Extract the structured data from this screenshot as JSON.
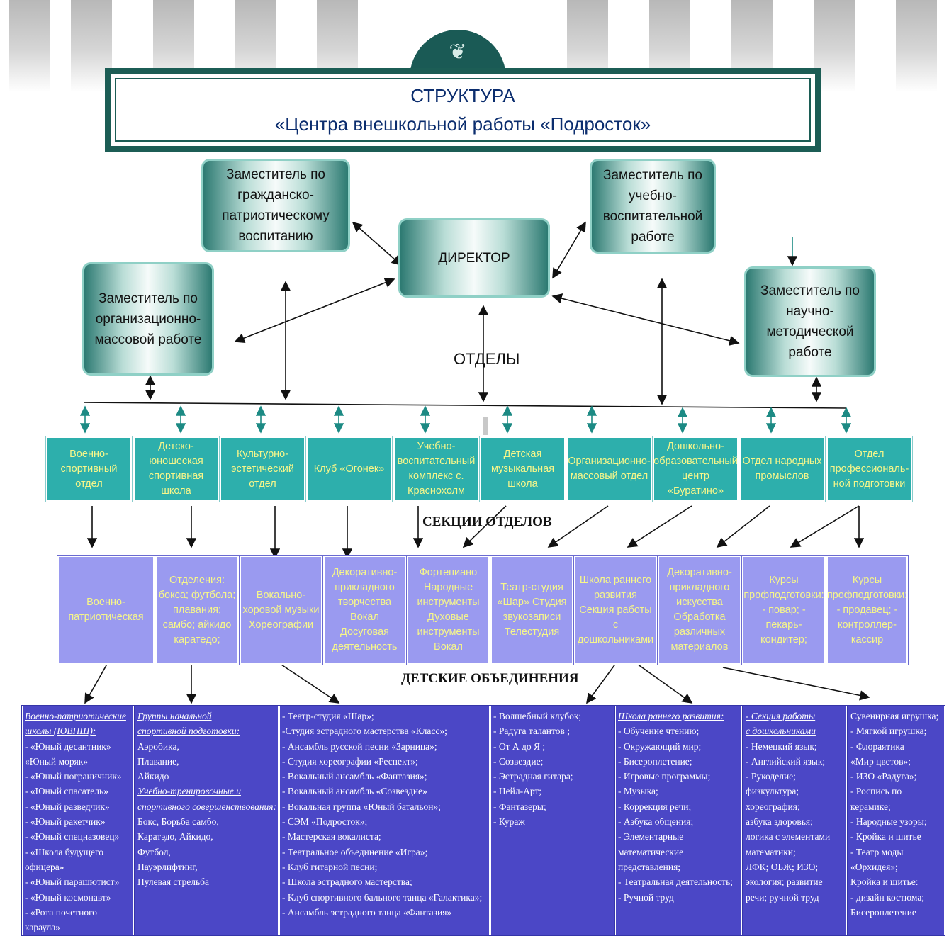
{
  "title": {
    "line1": "СТРУКТУРА",
    "line2": "«Центра внешкольной работы «Подросток»"
  },
  "emblem_icon": "leaf-swirl-icon",
  "managers": {
    "director": "ДИРЕКТОР",
    "deputy_civic": "Заместитель по гражданско-патриотическому воспитанию",
    "deputy_edu": "Заместитель по учебно-воспитательной работе",
    "deputy_org": "Заместитель по организационно-массовой работе",
    "deputy_method": "Заместитель по научно-методической работе"
  },
  "labels": {
    "departments": "ОТДЕЛЫ",
    "sections": "СЕКЦИИ ОТДЕЛОВ",
    "associations": "ДЕТСКИЕ ОБЪЕДИНЕНИЯ"
  },
  "departments": [
    "Военно-спортивный отдел",
    "Детско-юношеская спортивная школа",
    "Культурно-эстетический отдел",
    "Клуб «Огонек»",
    "Учебно-воспитательный комплекс с. Краснохолм",
    "Детская музыкальная школа",
    "Организационно-массовый отдел",
    "Дошкольно-образовательный центр «Буратино»",
    "Отдел народных промыслов",
    "Отдел профессиональ-ной подготовки"
  ],
  "sections": [
    "Военно-патриотическая",
    "Отделения: бокса; футбола; плавания; самбо; айкидо каратедо;",
    "Вокально-хоровой музыки Хореографии",
    "Декоративно-прикладного творчества Вокал Досуговая деятельность",
    "Фортепиано Народные инструменты Духовые инструменты Вокал",
    "Театр-студия «Шар» Студия звукозаписи Телестудия",
    "Школа раннего развития Секция работы с дошкольниками",
    "Декоративно-прикладного искусства Обработка различных материалов",
    "Курсы профподготовки: - повар; - пекарь-кондитер;",
    "Курсы профподготовки: - продавец; - контроллер-кассир"
  ],
  "associations": [
    [
      {
        "t": "Военно-патриотические",
        "u": true
      },
      {
        "t": "школы (ЮВПШ):",
        "u": true
      },
      {
        "t": "- «Юный десантник»"
      },
      {
        "t": "«Юный моряк»"
      },
      {
        "t": "- «Юный пограничник»"
      },
      {
        "t": "- «Юный спасатель»"
      },
      {
        "t": "- «Юный разведчик»"
      },
      {
        "t": "- «Юный ракетчик»"
      },
      {
        "t": "- «Юный спецназовец»"
      },
      {
        "t": "- «Школа будущего"
      },
      {
        "t": "офицера»"
      },
      {
        "t": "- «Юный парашютист»"
      },
      {
        "t": "- «Юный космонавт»"
      },
      {
        "t": "- «Рота почетного"
      },
      {
        "t": "караула»"
      }
    ],
    [
      {
        "t": "Группы начальной",
        "u": true
      },
      {
        "t": "спортивной подготовки:",
        "u": true
      },
      {
        "t": "Аэробика,"
      },
      {
        "t": " Плавание,"
      },
      {
        "t": "Айкидо"
      },
      {
        "t": "Учебно-тренировочные и",
        "u": true
      },
      {
        "t": "спортивного совершенствования:",
        "u": true
      },
      {
        "t": "Бокс, Борьба самбо,"
      },
      {
        "t": "Каратэдо, Айкидо,"
      },
      {
        "t": "Футбол,"
      },
      {
        "t": "Пауэрлифтинг,"
      },
      {
        "t": "Пулевая стрельба"
      }
    ],
    [
      {
        "t": "- Театр-студия «Шар»;"
      },
      {
        "t": "-Студия эстрадного мастерства «Класс»;"
      },
      {
        "t": "- Ансамбль русской песни «Зарница»;"
      },
      {
        "t": "- Студия хореографии «Респект»;"
      },
      {
        "t": "- Вокальный ансамбль «Фантазия»;"
      },
      {
        "t": "- Вокальный ансамбль «Созвездие»"
      },
      {
        "t": "- Вокальная группа «Юный батальон»;"
      },
      {
        "t": "- СЭМ «Подросток»;"
      },
      {
        "t": "- Мастерская вокалиста;"
      },
      {
        "t": "- Театральное объединение «Игра»;"
      },
      {
        "t": "- Клуб гитарной песни;"
      },
      {
        "t": "- Школа эстрадного мастерства;"
      },
      {
        "t": "- Клуб спортивного бального танца «Галактика»;"
      },
      {
        "t": "- Ансамбль эстрадного танца «Фантазия»"
      }
    ],
    [
      {
        "t": "- Волшебный клубок;"
      },
      {
        "t": "- Радуга талантов ;"
      },
      {
        "t": "- От А до Я ;"
      },
      {
        "t": "- Созвездие;"
      },
      {
        "t": "- Эстрадная гитара;"
      },
      {
        "t": "- Нейл-Арт;"
      },
      {
        "t": "- Фантазеры;"
      },
      {
        "t": "- Кураж"
      }
    ],
    [
      {
        "t": "Школа раннего развития:",
        "u": true
      },
      {
        "t": "- Обучение чтению;"
      },
      {
        "t": "- Окружающий мир;"
      },
      {
        "t": "- Бисероплетение;"
      },
      {
        "t": "- Игровые программы;"
      },
      {
        "t": "- Музыка;"
      },
      {
        "t": "- Коррекция речи;"
      },
      {
        "t": "- Азбука общения;"
      },
      {
        "t": "- Элементарные"
      },
      {
        "t": "математические"
      },
      {
        "t": "представления;"
      },
      {
        "t": "- Театральная деятельность;"
      },
      {
        "t": "- Ручной труд"
      }
    ],
    [
      {
        "t": "   - Секция работы",
        "u": true
      },
      {
        "t": "  с дошкольниками",
        "u": true
      },
      {
        "t": "- Немецкий язык;"
      },
      {
        "t": "- Английский язык;"
      },
      {
        "t": "- Рукоделие;"
      },
      {
        "t": "физкультура;"
      },
      {
        "t": "хореография;"
      },
      {
        "t": "азбука здоровья;"
      },
      {
        "t": "логика с элементами"
      },
      {
        "t": "математики;"
      },
      {
        "t": "ЛФК; ОБЖ;  ИЗО;"
      },
      {
        "t": "экология; развитие"
      },
      {
        "t": "речи; ручной труд"
      }
    ],
    [
      {
        "t": "Сувенирная игрушка;"
      },
      {
        "t": "- Мягкой игрушка;"
      },
      {
        "t": "- Флораятика"
      },
      {
        "t": "«Мир цветов»;"
      },
      {
        "t": "- ИЗО «Радуга»;"
      },
      {
        "t": "- Роспись по"
      },
      {
        "t": "керамике;"
      },
      {
        "t": "- Народные узоры;"
      },
      {
        "t": "- Кройка и шитье"
      },
      {
        "t": "- Театр моды"
      },
      {
        "t": "«Орхидея»;"
      },
      {
        "t": "Кройка и шитье:"
      },
      {
        "t": "- дизайн костюма;"
      },
      {
        "t": "Бисероплетение"
      }
    ]
  ],
  "colors": {
    "department_fill": "#2dafac",
    "section_fill": "#9a9af0",
    "association_fill": "#4b47c6",
    "box_text_yellow": "#f6f68a",
    "title_border": "#1c5d55"
  }
}
